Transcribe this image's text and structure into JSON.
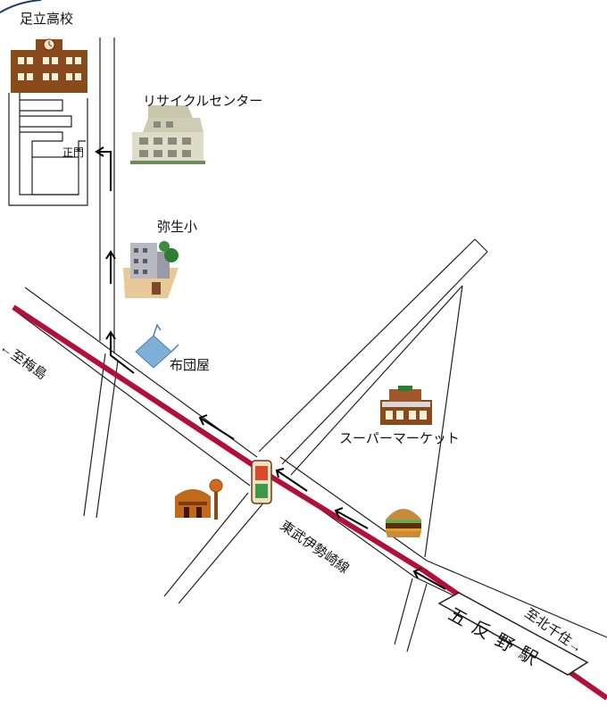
{
  "landmarks": {
    "school": "足立高校",
    "gate": "正門",
    "recycle_center": "リサイクルセンター",
    "elementary": "弥生小",
    "futon_shop": "布団屋",
    "supermarket": "スーパーマーケット"
  },
  "railway": {
    "line_name": "東武伊勢崎線",
    "station": "五反野駅",
    "to_west": "←至梅島",
    "to_east": "至北千住→"
  },
  "colors": {
    "railway": "#b0103a",
    "road": "#222222",
    "building_brown": "#8b4a1c",
    "futon_blue": "#7fb0d8",
    "park_green": "#2e7d32"
  },
  "icons": [
    "school-building-icon",
    "recycle-center-building-icon",
    "elementary-school-icon",
    "futon-icon",
    "supermarket-icon",
    "cafe-icon",
    "traffic-signal-icon",
    "hamburger-icon",
    "route-arrow-icon"
  ]
}
